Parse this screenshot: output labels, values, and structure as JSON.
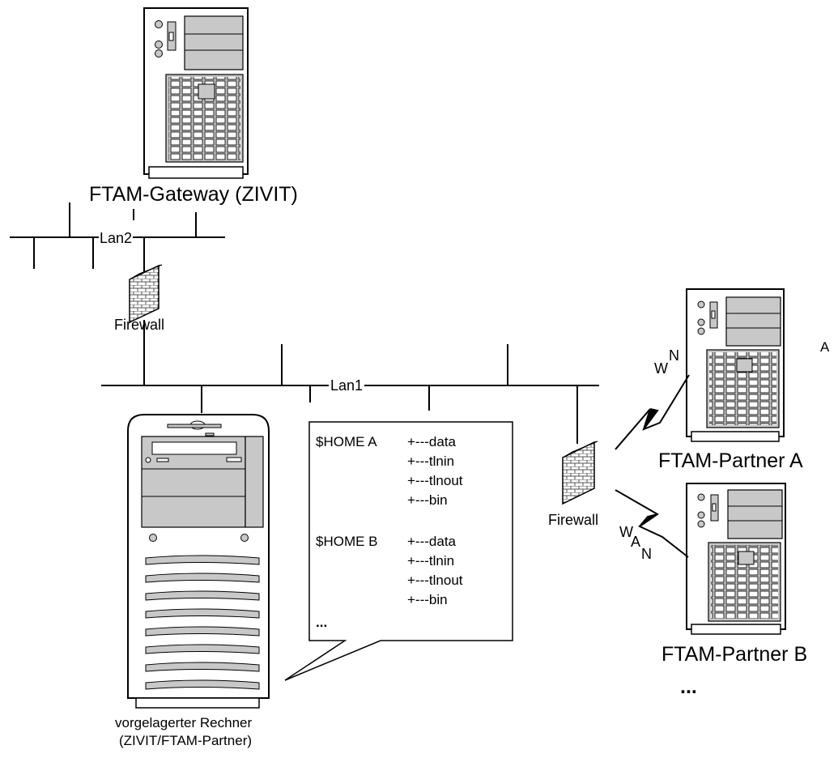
{
  "labels": {
    "gateway": "FTAM-Gateway (ZIVIT)",
    "lan2": "Lan2",
    "lan1": "Lan1",
    "firewall_top": "Firewall",
    "firewall_right": "Firewall",
    "partner_a": "FTAM-Partner A",
    "partner_b": "FTAM-Partner B",
    "partner_more": "...",
    "front_line1": "vorgelagerter Rechner",
    "front_line2": "(ZIVIT/FTAM-Partner)",
    "wan_a_w": "W",
    "wan_a_n": "N",
    "wan_a_a": "A",
    "wan_b_w": "W",
    "wan_b_a": "A",
    "wan_b_n": "N"
  },
  "callout": {
    "home_a": "$HOME A",
    "home_b": "$HOME B",
    "a_items": [
      "+---data",
      "+---tlnin",
      "+---tlnout",
      "+---bin"
    ],
    "b_items": [
      "+---data",
      "+---tlnin",
      "+---tlnout",
      "+---bin"
    ],
    "more": "..."
  }
}
